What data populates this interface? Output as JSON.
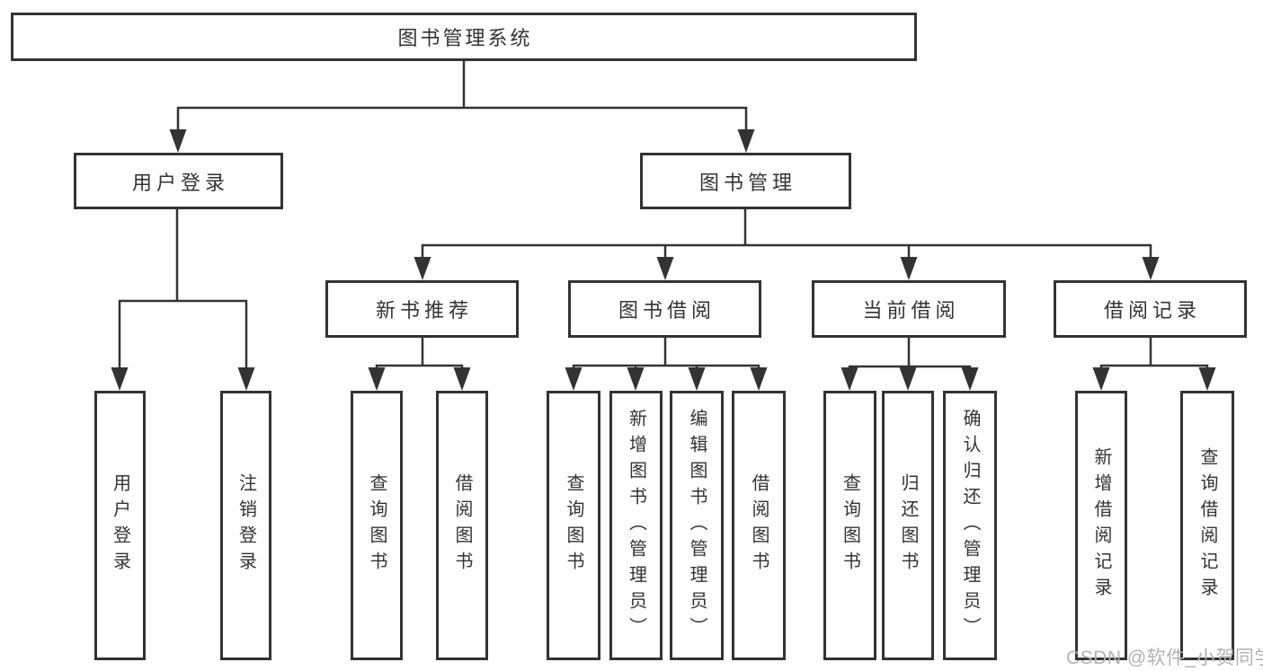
{
  "diagram": {
    "tree": {
      "root": {
        "label": "图书管理系统",
        "children": [
          {
            "label": "用户登录",
            "children": [
              {
                "label": "用户登录"
              },
              {
                "label": "注销登录"
              }
            ]
          },
          {
            "label": "图书管理",
            "children": [
              {
                "label": "新书推荐",
                "children": [
                  {
                    "label": "查询图书"
                  },
                  {
                    "label": "借阅图书"
                  }
                ]
              },
              {
                "label": "图书借阅",
                "children": [
                  {
                    "label": "查询图书"
                  },
                  {
                    "label": "新增图书（管理员）"
                  },
                  {
                    "label": "编辑图书（管理员）"
                  },
                  {
                    "label": "借阅图书"
                  }
                ]
              },
              {
                "label": "当前借阅",
                "children": [
                  {
                    "label": "查询图书"
                  },
                  {
                    "label": "归还图书"
                  },
                  {
                    "label": "确认归还（管理员）"
                  }
                ]
              },
              {
                "label": "借阅记录",
                "children": [
                  {
                    "label": "新增借阅记录"
                  },
                  {
                    "label": "查询借阅记录"
                  }
                ]
              }
            ]
          }
        ]
      }
    },
    "colors": {
      "line": "#333333",
      "box_border": "#333333",
      "text": "#333333",
      "background": "#ffffff",
      "watermark": "#b2b2b2"
    }
  },
  "watermark": {
    "text": "CSDN @软件_小贺同学"
  }
}
